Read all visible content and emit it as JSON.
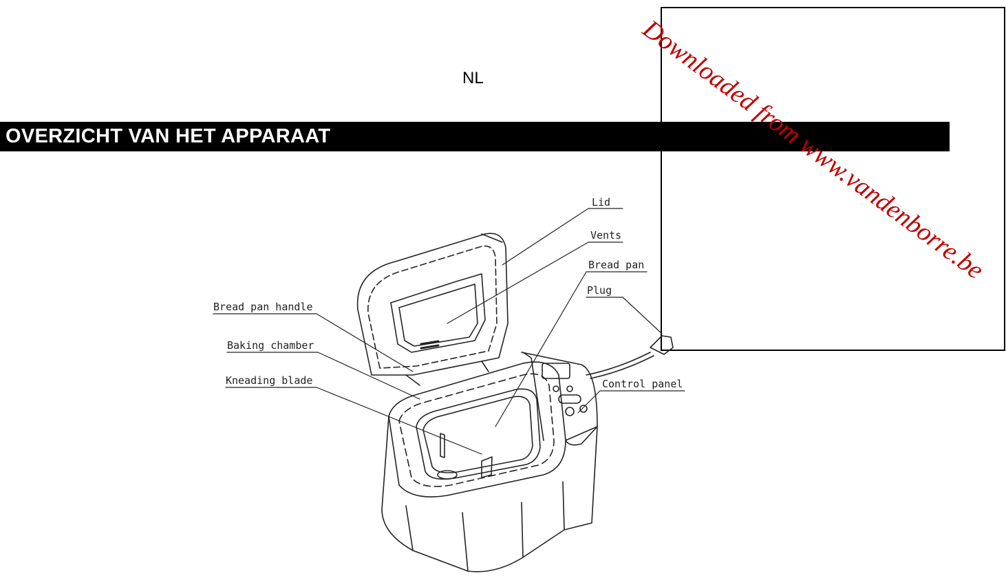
{
  "header": {
    "language_code": "NL",
    "section_title": "OVERZICHT VAN HET APPARAAT"
  },
  "watermark": {
    "text": "Downloaded from www.vandenborre.be",
    "color": "#c00000"
  },
  "diagram": {
    "labels": {
      "lid": "Lid",
      "vents": "Vents",
      "bread_pan": "Bread pan",
      "plug": "Plug",
      "bread_pan_handle": "Bread pan handle",
      "baking_chamber": "Baking chamber",
      "kneading_blade": "Kneading blade",
      "control_panel": "Control panel"
    }
  }
}
